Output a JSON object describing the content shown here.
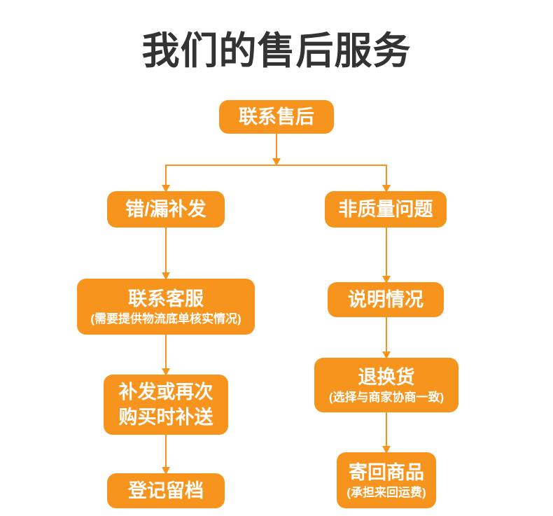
{
  "page": {
    "title": "我们的售后服务",
    "background_color": "#FFFFFF",
    "title_color": "#333333",
    "accent_color": "#F7941D",
    "node_text_color": "#FFFFFF"
  },
  "flow": {
    "root": {
      "label": "联系售后"
    },
    "left_branch": {
      "step1": {
        "label": "错/漏补发"
      },
      "step2": {
        "label": "联系客服",
        "note": "(需要提供物流底单核实情况)"
      },
      "step3": {
        "line1": "补发或再次",
        "line2": "购买时补送"
      },
      "step4": {
        "label": "登记留档"
      }
    },
    "right_branch": {
      "step1": {
        "label": "非质量问题"
      },
      "step2": {
        "label": "说明情况"
      },
      "step3": {
        "label": "退换货",
        "note": "(选择与商家协商一致)"
      },
      "step4": {
        "label": "寄回商品",
        "note": "(承担来回运费)"
      }
    }
  }
}
